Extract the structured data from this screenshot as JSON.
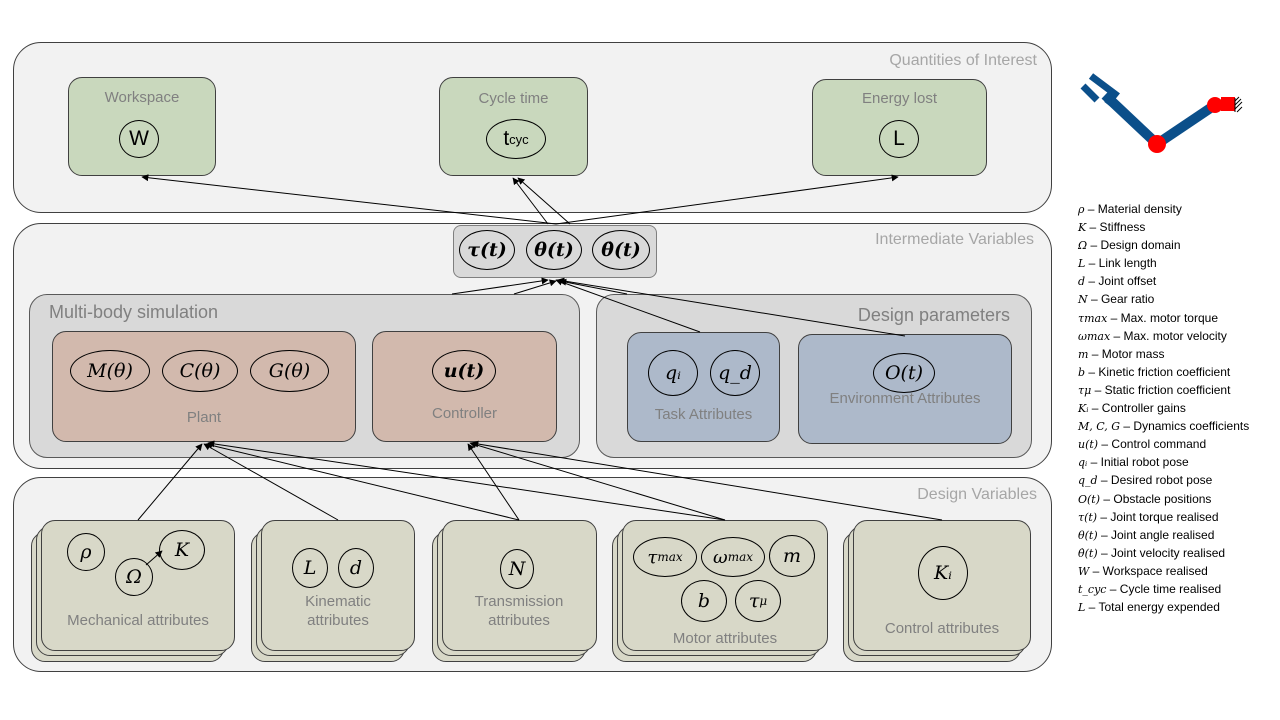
{
  "layers": {
    "qoi": "Quantities of Interest",
    "intermediate": "Intermediate Variables",
    "design_vars": "Design Variables"
  },
  "qoi_boxes": [
    {
      "title": "Workspace",
      "symbol": "W"
    },
    {
      "title": "Cycle time",
      "symbol": "t",
      "symbol_sub": "cyc"
    },
    {
      "title": "Energy lost",
      "symbol": "L"
    }
  ],
  "intermediate_vars": [
    "τ(t)",
    "θ(t)",
    "θ̇(t)"
  ],
  "multibody": {
    "title": "Multi-body simulation",
    "plant": {
      "label": "Plant",
      "symbols": [
        "M(θ)",
        "C(θ)",
        "G(θ)"
      ]
    },
    "controller": {
      "label": "Controller",
      "symbol": "u(t)"
    }
  },
  "design_params": {
    "title": "Design parameters",
    "task": {
      "label": "Task Attributes",
      "symbols": [
        "qᵢ",
        "q_d"
      ]
    },
    "environment": {
      "label": "Environment Attributes",
      "symbol": "O(t)"
    }
  },
  "design_variable_groups": [
    {
      "label": "Mechanical attributes",
      "symbols": [
        "ρ",
        "K",
        "Ω"
      ]
    },
    {
      "label": "Kinematic attributes",
      "symbols": [
        "L",
        "d"
      ]
    },
    {
      "label": "Transmission attributes",
      "symbols": [
        "N"
      ]
    },
    {
      "label": "Motor attributes",
      "symbols": [
        "τmax",
        "ωmax",
        "m",
        "b",
        "τμ"
      ]
    },
    {
      "label": "Control attributes",
      "symbols": [
        "Kᵢ"
      ]
    }
  ],
  "legend": [
    {
      "sym": "ρ",
      "text": " – Material density"
    },
    {
      "sym": "K",
      "text": " – Stiffness"
    },
    {
      "sym": "Ω",
      "text": " – Design domain"
    },
    {
      "sym": "L",
      "text": " – Link length"
    },
    {
      "sym": "d",
      "text": " – Joint offset"
    },
    {
      "sym": "N",
      "text": " – Gear ratio"
    },
    {
      "sym": "τmax",
      "text": " – Max. motor torque"
    },
    {
      "sym": "ωmax",
      "text": " – Max. motor velocity"
    },
    {
      "sym": "m",
      "text": " – Motor mass"
    },
    {
      "sym": "b",
      "text": " – Kinetic friction coefficient"
    },
    {
      "sym": "τμ",
      "text": " – Static friction coefficient"
    },
    {
      "sym": "Kᵢ",
      "text": " – Controller gains"
    },
    {
      "sym": "M, C, G",
      "text": " – Dynamics coefficients"
    },
    {
      "sym": "u(t)",
      "text": " – Control command"
    },
    {
      "sym": "qᵢ",
      "text": " – Initial robot pose"
    },
    {
      "sym": "q_d",
      "text": " – Desired robot pose"
    },
    {
      "sym": "O(t)",
      "text": " – Obstacle positions"
    },
    {
      "sym": "τ(t)",
      "text": " – Joint torque realised"
    },
    {
      "sym": "θ(t)",
      "text": " – Joint angle realised"
    },
    {
      "sym": "θ̇(t)",
      "text": " – Joint velocity realised"
    },
    {
      "sym": "W",
      "text": " – Workspace realised"
    },
    {
      "sym": "t_cyc",
      "text": " – Cycle time realised"
    },
    {
      "sym": "L",
      "text": " – Total energy expended"
    }
  ],
  "colors": {
    "qoi_box": "#c9d8bd",
    "plant_box": "#d2b9ad",
    "task_box": "#adb9ca",
    "design_var_box": "#d8d8c8",
    "robot_link": "#0b4f8a",
    "robot_joint": "#ff0000"
  }
}
